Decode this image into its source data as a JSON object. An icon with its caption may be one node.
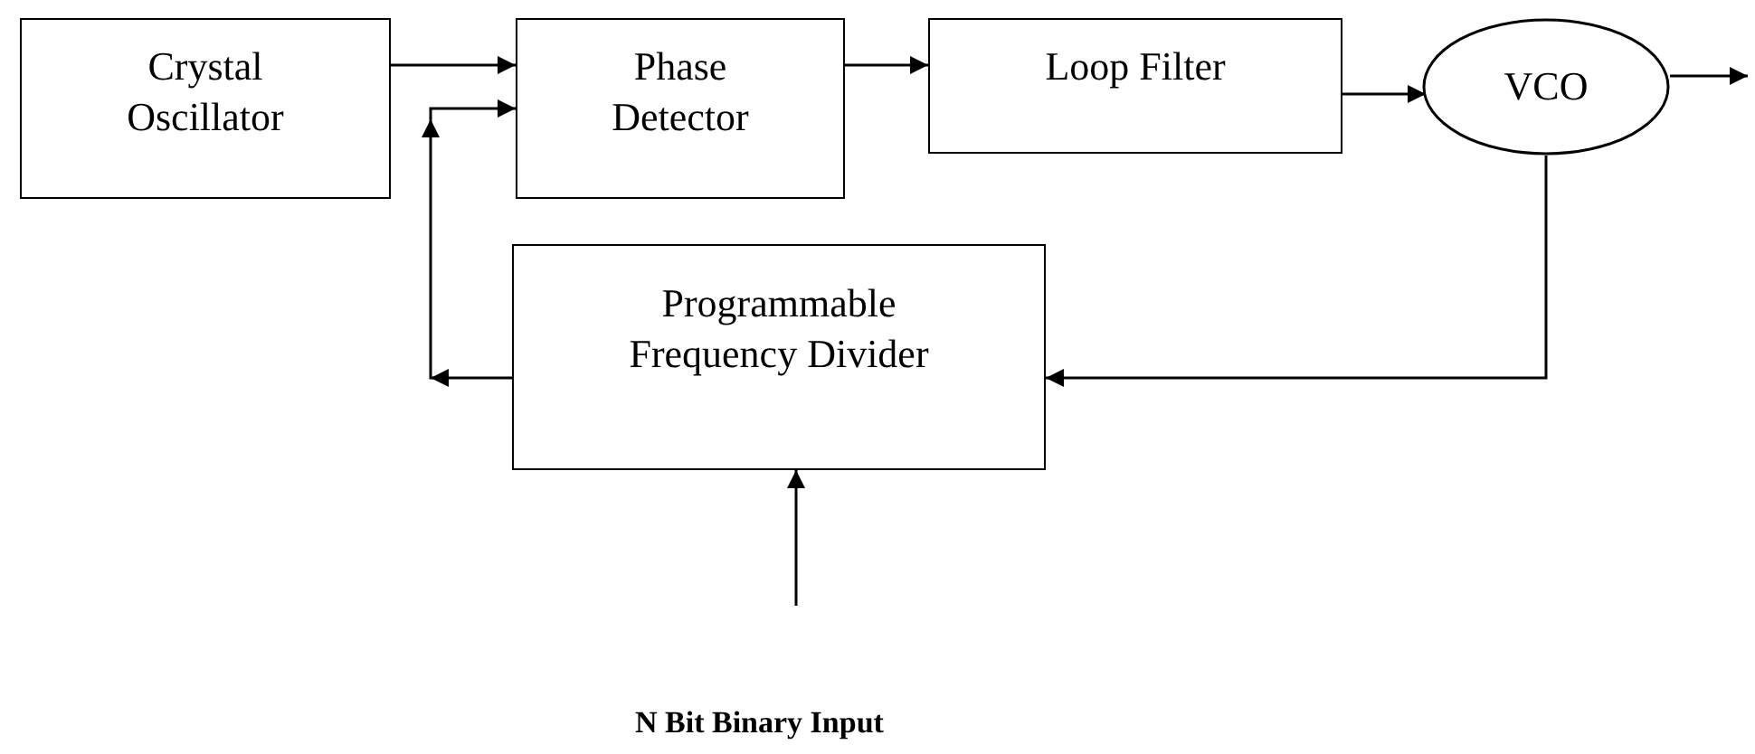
{
  "diagram": {
    "nodes": [
      {
        "text": [
          "Crystal Oscillator"
        ]
      },
      {
        "text": [
          "Phase Detector"
        ]
      },
      {
        "text": [
          "Loop Filter"
        ]
      },
      {
        "text": [
          "VCO"
        ]
      },
      {
        "text": [
          "Programmable Frequency Divider"
        ]
      }
    ],
    "edges": [
      {
        "from": 0,
        "to": 1,
        "arrow": "to"
      },
      {
        "from": 4,
        "to": 1,
        "arrow": "to"
      },
      {
        "from": 1,
        "to": 2,
        "arrow": "to"
      },
      {
        "from": 2,
        "to": 3,
        "arrow": "to"
      },
      {
        "from": 3,
        "to": null,
        "arrow": "to"
      },
      {
        "from": 3,
        "to": 4,
        "arrow": "to"
      },
      {
        "from": null,
        "to": 4,
        "arrow": "to"
      }
    ],
    "labels": [
      "N Bit Binary Input"
    ]
  }
}
